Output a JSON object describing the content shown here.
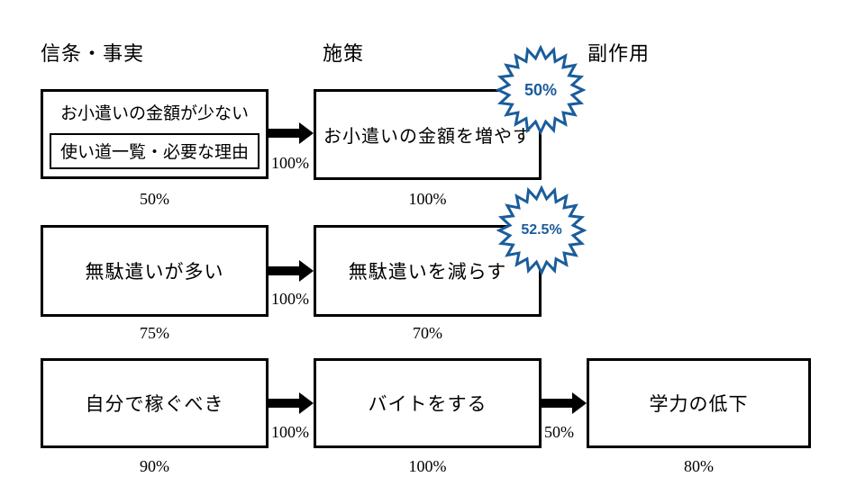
{
  "accent_color": "#1b5c9b",
  "headers": {
    "beliefs": "信条・事実",
    "measures": "施策",
    "side_effects": "副作用"
  },
  "rows": [
    {
      "belief": "お小遣いの金額が少ない",
      "belief_sub": "使い道一覧・必要な理由",
      "belief_pct": "50%",
      "arrow1_pct": "100%",
      "measure": "お小遣いの金額を増やす",
      "measure_pct": "100%",
      "badge_pct": "50%"
    },
    {
      "belief": "無駄遣いが多い",
      "belief_pct": "75%",
      "arrow1_pct": "100%",
      "measure": "無駄遣いを減らす",
      "measure_pct": "70%",
      "badge_pct": "52.5%"
    },
    {
      "belief": "自分で稼ぐべき",
      "belief_pct": "90%",
      "arrow1_pct": "100%",
      "measure": "バイトをする",
      "measure_pct": "100%",
      "arrow2_pct": "50%",
      "side_effect": "学力の低下",
      "side_effect_pct": "80%"
    }
  ]
}
